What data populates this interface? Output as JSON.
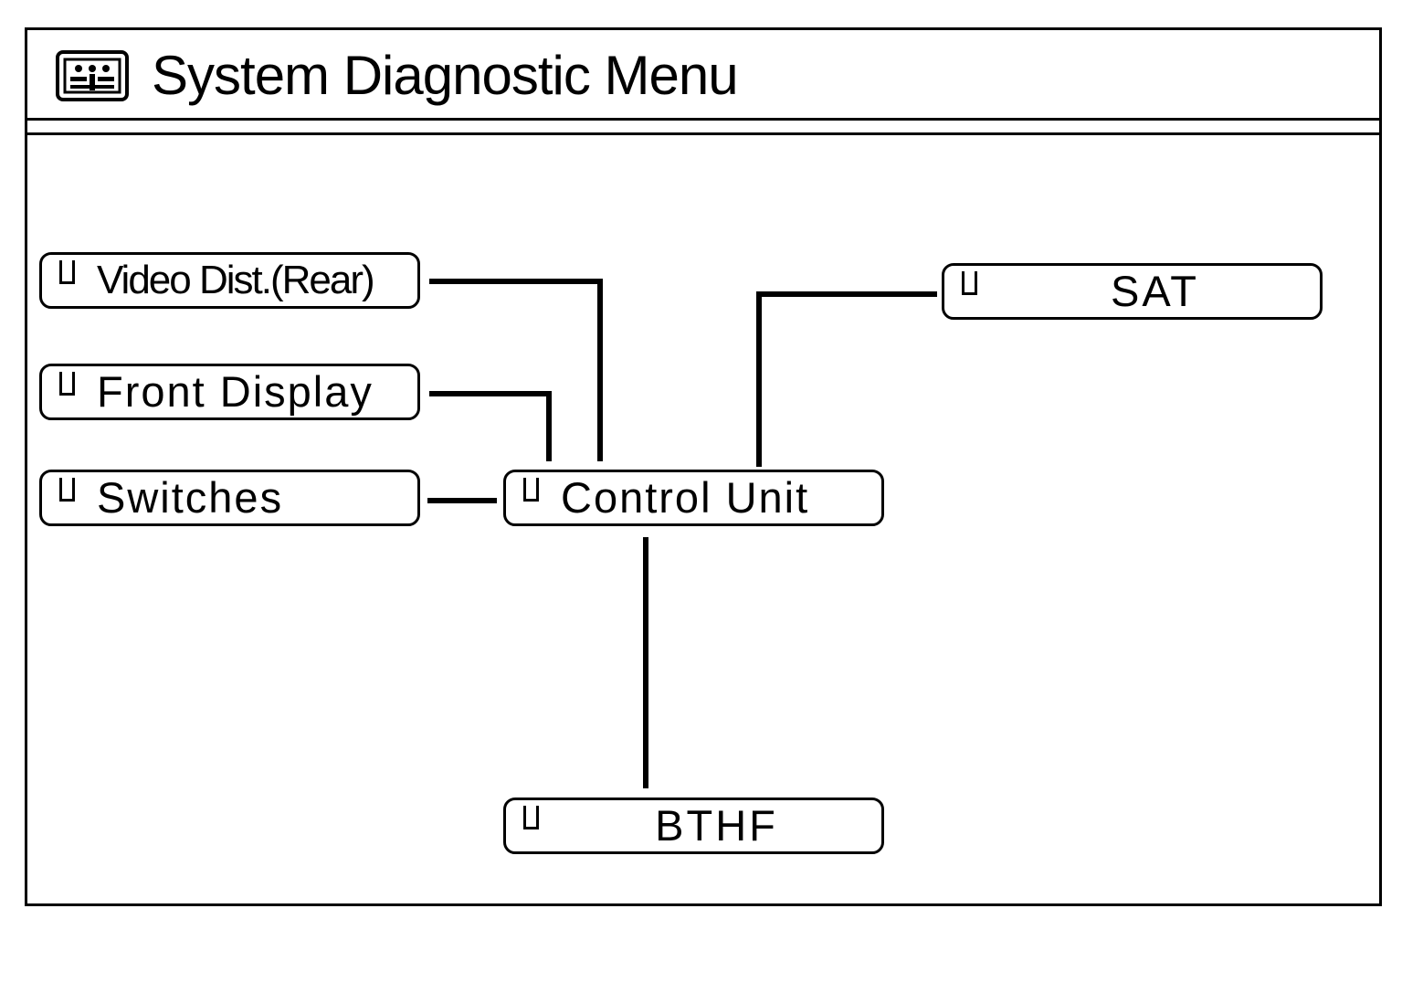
{
  "window": {
    "title": "System Diagnostic Menu",
    "title_icon": "diagnostic-menu-icon"
  },
  "modules": {
    "video_dist_rear": "Video Dist.(Rear)",
    "front_display": "Front Display",
    "switches": "Switches",
    "control_unit": "Control Unit",
    "sat": "SAT",
    "bthf": "BTHF"
  },
  "colors": {
    "line": "#000000",
    "background": "#ffffff"
  }
}
